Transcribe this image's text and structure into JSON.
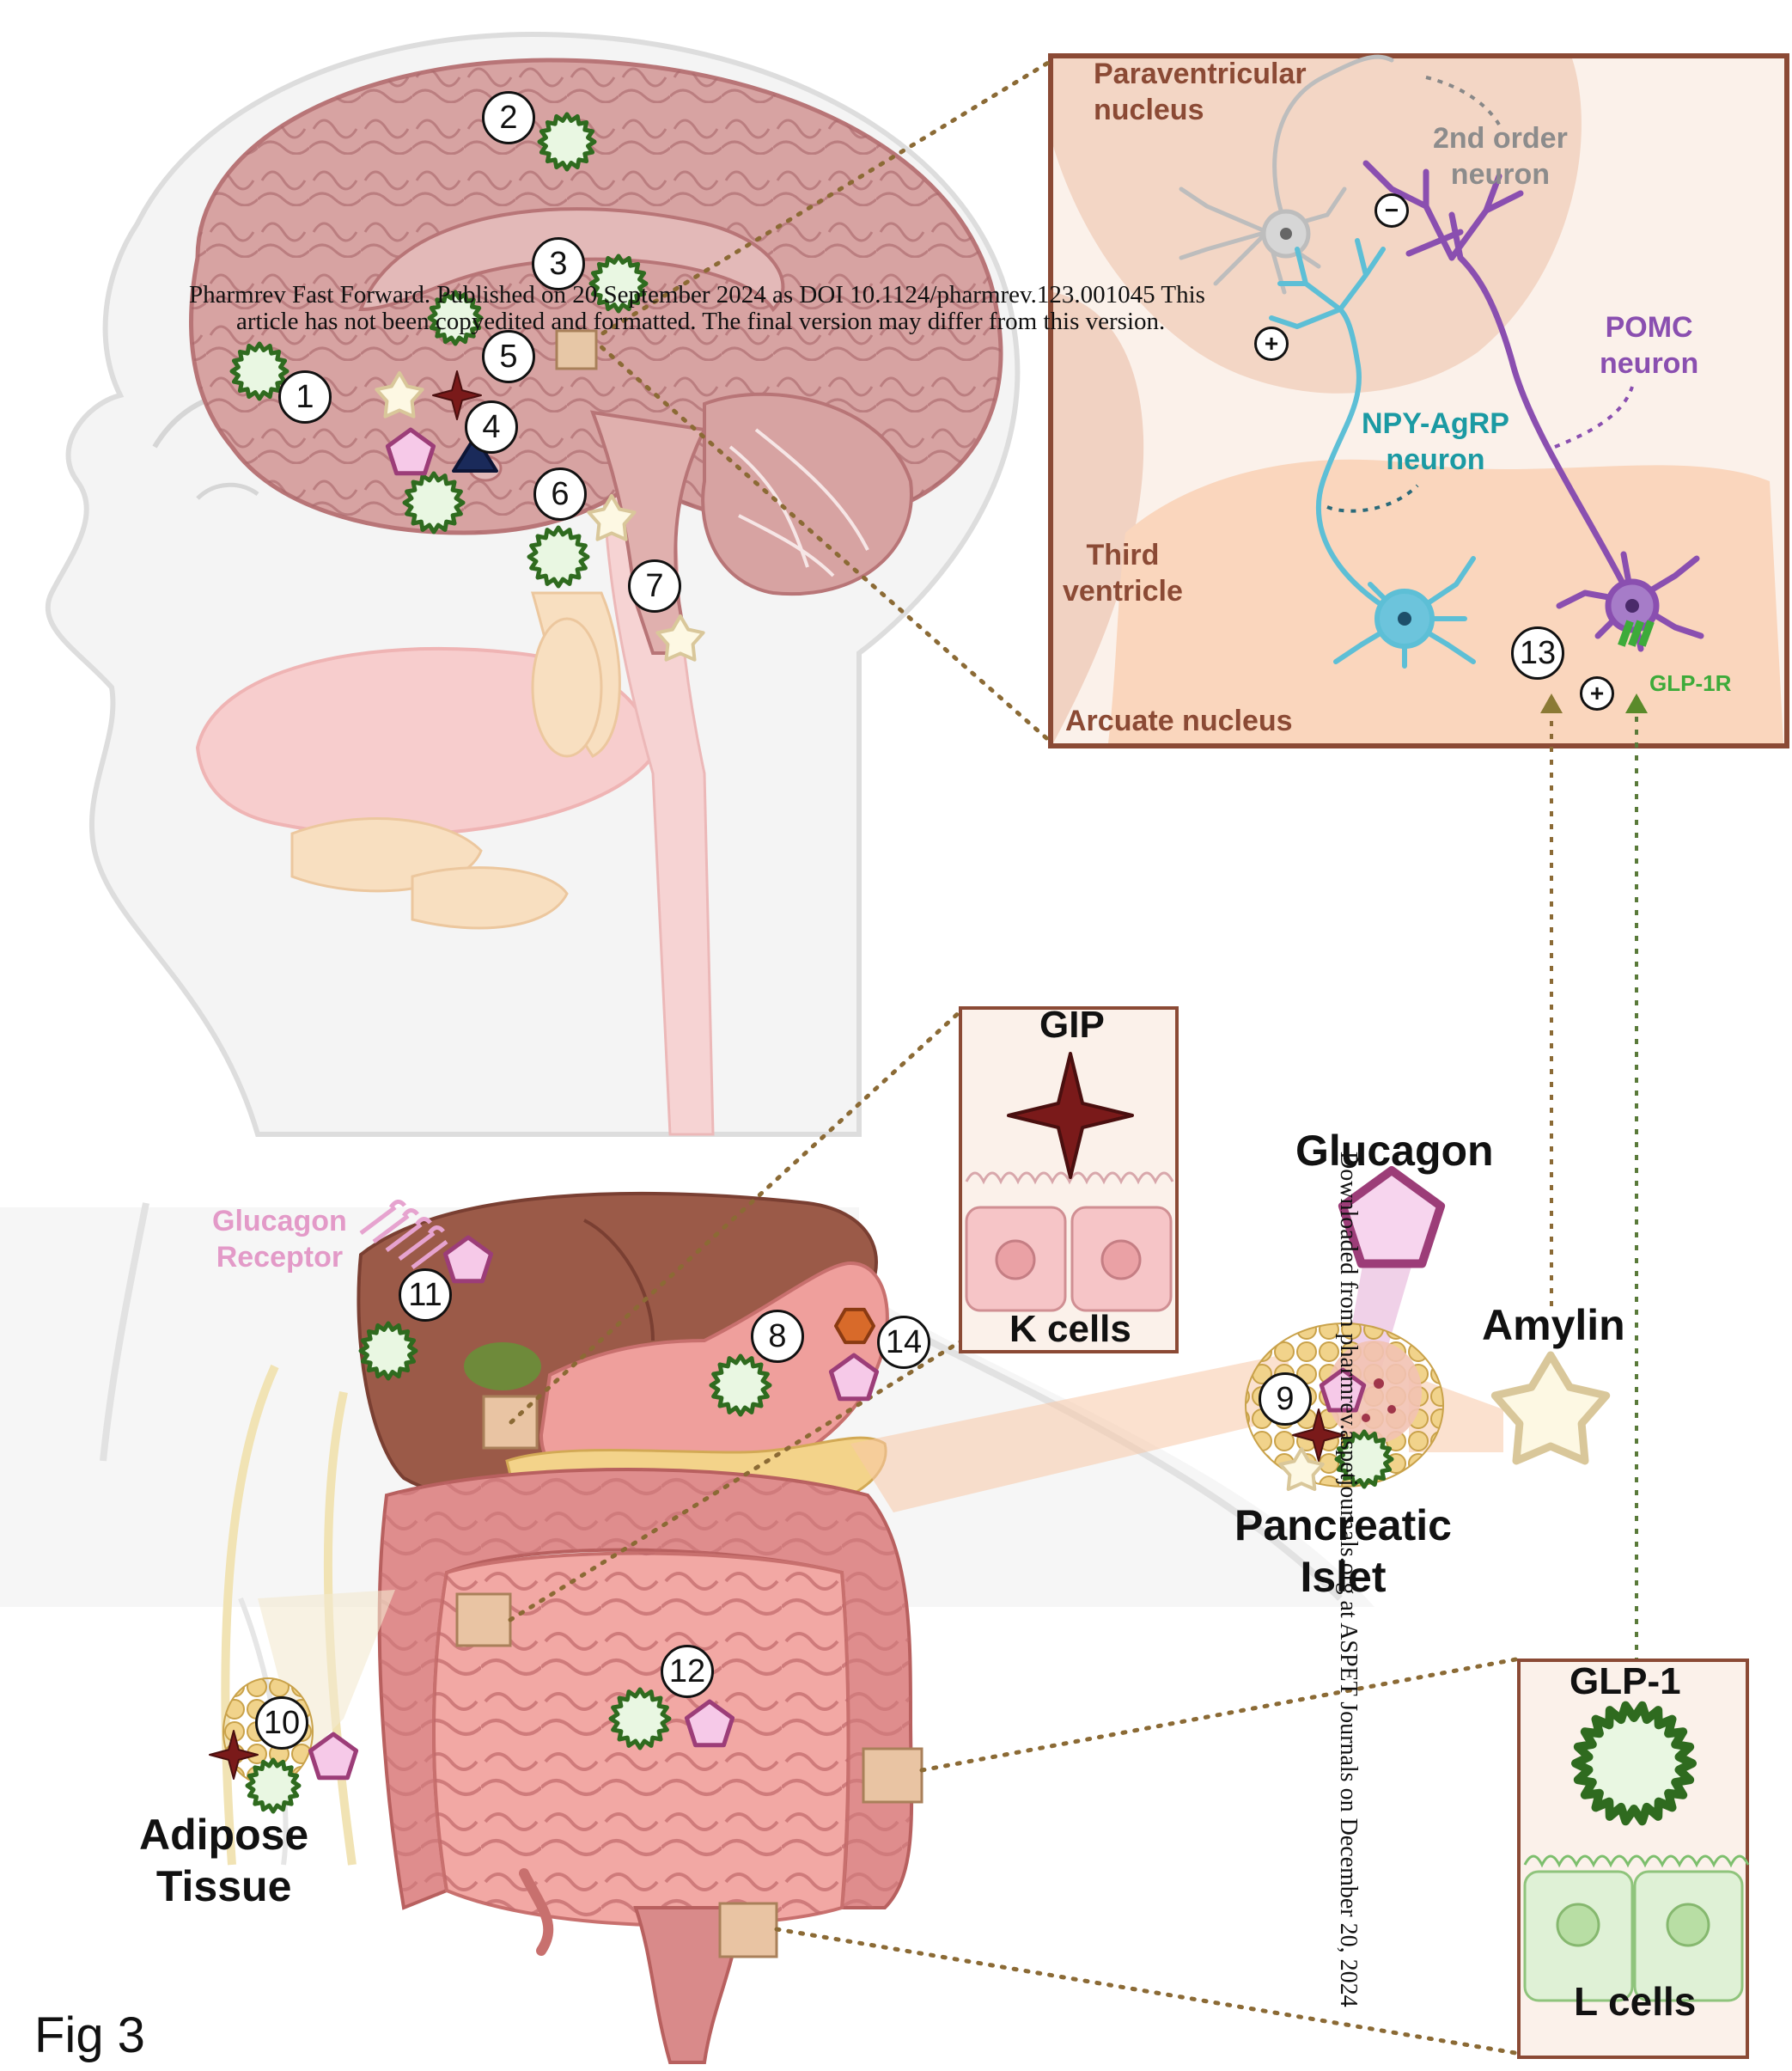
{
  "figure_label": "Fig 3",
  "notice": {
    "line1": "Pharmrev Fast Forward. Published on 20 September 2024 as DOI 10.1124/pharmrev.123.001045 This",
    "line2": "article has not been copyedited and formatted. The final version may differ from this version.",
    "side": "Downloaded from pharmrev.aspetjournals.org at ASPET Journals on December 20, 2024"
  },
  "hypothalamus": {
    "paraventricular": "Paraventricular\nnucleus",
    "second_order": "2nd order\nneuron",
    "pomc": "POMC\nneuron",
    "npy": "NPY-AgRP\nneuron",
    "third_ventricle": "Third\nventricle",
    "arcuate": "Arcuate nucleus",
    "glp1r": "GLP-1R",
    "minus": "−",
    "plus": "+"
  },
  "cells": {
    "gip": "GIP",
    "k_cells": "K cells",
    "glp1": "GLP-1",
    "l_cells": "L cells"
  },
  "labels": {
    "glucagon": "Glucagon",
    "amylin": "Amylin",
    "pancreatic_islet": "Pancreatic\nIslet",
    "glucagon_receptor": "Glucagon\nReceptor",
    "adipose_tissue": "Adipose\nTissue"
  },
  "markers": [
    "1",
    "2",
    "3",
    "4",
    "5",
    "6",
    "7",
    "8",
    "9",
    "10",
    "11",
    "12",
    "13",
    "14"
  ],
  "legend_shapes": {
    "glp1": "green starburst",
    "gip": "dark red four-point star",
    "glucagon": "pink pentagon",
    "amylin": "cream star",
    "other": [
      "navy triangle",
      "orange hexagon"
    ]
  },
  "colors": {
    "glp1": "#2f6b1f",
    "glp1_fill": "#e9f7e2",
    "gip": "#6e1a1a",
    "glucagon": "#9c3d78",
    "glucagon_fill": "#f6c9e8",
    "amylin": "#d9c79a",
    "amylin_fill": "#fdf8e3",
    "pomc": "#8a4fb0",
    "npy": "#20a0a8",
    "frame": "#8b4a35",
    "brain": "#d49a9a"
  }
}
